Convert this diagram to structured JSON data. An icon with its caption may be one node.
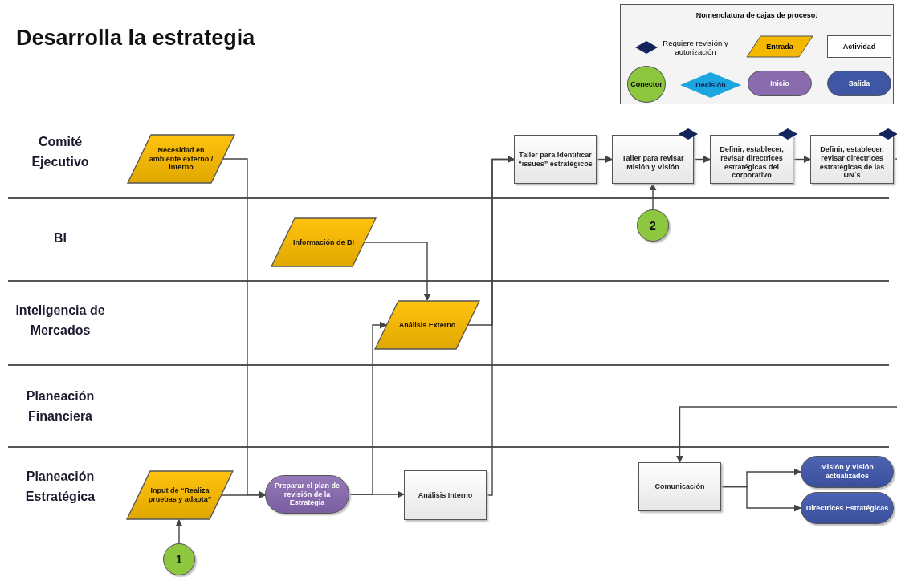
{
  "diagram": {
    "title": "Desarrolla la estrategia",
    "nodes": [
      {
        "text": [
          "Necesidad en ambiente externo / interno"
        ]
      },
      {
        "text": [
          "Información de BI"
        ]
      },
      {
        "text": [
          "Análisis Externo"
        ]
      },
      {
        "text": [
          "Taller para Identificar “issues” estratégicos"
        ]
      },
      {
        "text": [
          "Taller para revisar Misión y Visión"
        ]
      },
      {
        "text": [
          "Definir, establecer, revisar directrices estratégicas del corporativo"
        ]
      },
      {
        "text": [
          "Definir, establecer, revisar directrices estratégicas de las UN´s"
        ]
      },
      {
        "text": [
          "2"
        ]
      },
      {
        "text": [
          "Input de “Realiza pruebas y adapta”"
        ]
      },
      {
        "text": [
          "1"
        ]
      },
      {
        "text": [
          "Preparar el plan de revisión de la Estrategia"
        ]
      },
      {
        "text": [
          "Análisis Interno"
        ]
      },
      {
        "text": [
          "Comunicación"
        ]
      },
      {
        "text": [
          "Misión y Visión actualizados"
        ]
      },
      {
        "text": [
          "Directrices Estratégicas"
        ]
      }
    ],
    "edges": [
      {
        "from": 0,
        "to": 10,
        "arrow": "to"
      },
      {
        "from": 8,
        "to": 10,
        "arrow": "to"
      },
      {
        "from": 9,
        "to": 8,
        "arrow": "to"
      },
      {
        "from": 1,
        "to": 2,
        "arrow": "to"
      },
      {
        "from": 10,
        "to": 2,
        "arrow": "to"
      },
      {
        "from": 10,
        "to": 11,
        "arrow": "to"
      },
      {
        "from": 2,
        "to": 3,
        "arrow": "to"
      },
      {
        "from": 11,
        "to": 3,
        "arrow": "to"
      },
      {
        "from": 3,
        "to": 4,
        "arrow": "to"
      },
      {
        "from": 4,
        "to": 5,
        "arrow": "to"
      },
      {
        "from": 5,
        "to": 6,
        "arrow": "to"
      },
      {
        "from": 7,
        "to": 4,
        "arrow": "to"
      },
      {
        "from": 6,
        "to": null,
        "arrow": "none"
      },
      {
        "from": null,
        "to": 12,
        "arrow": "to"
      },
      {
        "from": 12,
        "to": 13,
        "arrow": "to"
      },
      {
        "from": 12,
        "to": 14,
        "arrow": "to"
      }
    ],
    "labels": [
      "Comité Ejecutivo",
      "BI",
      "Inteligencia de Mercados",
      "Planeación Financiera",
      "Planeación Estratégica",
      "Nomenclatura de cajas de proceso:"
    ],
    "legend": [
      {
        "text": "Requiere revisión y autorización"
      },
      {
        "text": "Entrada"
      },
      {
        "text": "Actividad"
      },
      {
        "text": "Conector"
      },
      {
        "text": "Decisión"
      },
      {
        "text": "Inicio"
      },
      {
        "text": "Salida"
      }
    ]
  }
}
